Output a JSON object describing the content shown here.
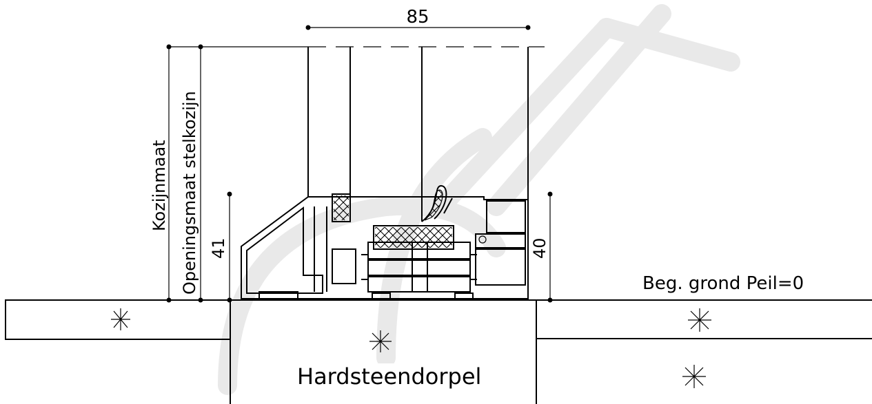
{
  "dimensions": {
    "top_width": "85",
    "left_height": "41",
    "right_height": "40"
  },
  "labels": {
    "frame_size": "Kozijnmaat",
    "opening_size": "Openingsmaat stelkozijn",
    "ground_level": "Beg. grond Peil=0",
    "sill": "Hardsteendorpel"
  }
}
